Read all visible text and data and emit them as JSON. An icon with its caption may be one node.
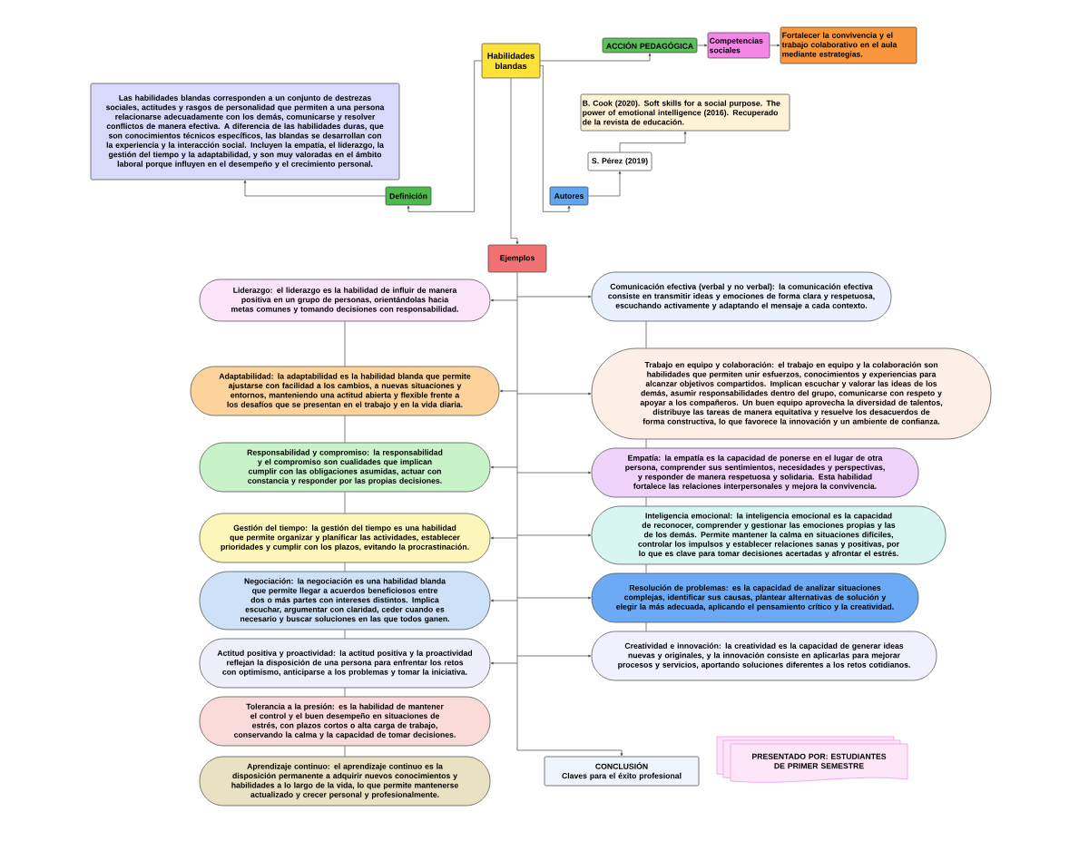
{
  "diagram": {
    "nodes": [
      {
        "text": [
          "Habilidades blandas"
        ]
      },
      {
        "text": [
          "ACCIÓN PEDAGÓGICA"
        ]
      },
      {
        "text": [
          "Competencias sociales"
        ]
      },
      {
        "text": [
          "Fortalecer la convivencia y el trabajo colaborativo en el aula mediante estrategias."
        ]
      },
      {
        "text": [
          "Las habilidades blandas corresponden a un conjunto de destrezas sociales, actitudes y rasgos de personalidad que permiten a una persona relacionarse adecuadamente con los demás, comunicarse y resolver conflictos de manera efectiva. A diferencia de las habilidades duras, que son conocimientos técnicos específicos, las blandas se desarrollan con la experiencia y la interacción social. Incluyen la empatía, el liderazgo, la gestión del tiempo y la adaptabilidad, y son muy valoradas en el ámbito laboral porque influyen en el desempeño y el crecimiento personal."
        ]
      },
      {
        "text": [
          "B. Cook (2020). Soft skills for a social purpose. The power of emotional intelligence (2016). Recuperado de la revista de educación."
        ]
      },
      {
        "text": [
          "S. Pérez (2019)"
        ]
      },
      {
        "text": [
          "Definición"
        ]
      },
      {
        "text": [
          "Autores"
        ]
      },
      {
        "text": [
          "Ejemplos"
        ]
      },
      {
        "text": [
          "Comunicación efectiva (verbal y no verbal): la comunicación efectiva consiste en transmitir ideas y emociones de forma clara y respetuosa, escuchando activamente y adaptando el mensaje a cada contexto."
        ]
      },
      {
        "text": [
          "Liderazgo: el liderazgo es la habilidad de influir de manera positiva en un grupo de personas, orientándolas hacia metas comunes y tomando decisiones con responsabilidad."
        ]
      },
      {
        "text": [
          "Trabajo en equipo y colaboración: el trabajo en equipo y la colaboración son habilidades que permiten unir esfuerzos, conocimientos y experiencias para alcanzar objetivos compartidos. Implican escuchar y valorar las ideas de los demás, asumir responsabilidades dentro del grupo, comunicarse con respeto y apoyar a los compañeros. Un buen equipo aprovecha la diversidad de talentos, distribuye las tareas de manera equitativa y resuelve los desacuerdos de forma constructiva, lo que favorece la innovación y un ambiente de confianza."
        ]
      },
      {
        "text": [
          "Adaptabilidad: la adaptabilidad es la habilidad blanda que permite ajustarse con facilidad a los cambios, a nuevas situaciones y entornos, manteniendo una actitud abierta y flexible frente a los desafíos que se presentan en el trabajo y en la vida diaria."
        ]
      },
      {
        "text": [
          "Empatía: la empatía es la capacidad de ponerse en el lugar de otra persona, comprender sus sentimientos, necesidades y perspectivas, y responder de manera respetuosa y solidaria. Esta habilidad fortalece las relaciones interpersonales y mejora la convivencia."
        ]
      },
      {
        "text": [
          "Responsabilidad y compromiso: la responsabilidad y el compromiso son cualidades que implican cumplir con las obligaciones asumidas, actuar con constancia y responder por las propias decisiones."
        ]
      },
      {
        "text": [
          "Inteligencia emocional: la inteligencia emocional es la capacidad de reconocer, comprender y gestionar las emociones propias y las de los demás. Permite mantener la calma en situaciones difíciles, controlar los impulsos y establecer relaciones sanas y positivas, por lo que es clave para tomar decisiones acertadas y afrontar el estrés."
        ]
      },
      {
        "text": [
          "Gestión del tiempo: la gestión del tiempo es una habilidad que permite organizar y planificar las actividades, establecer prioridades y cumplir con los plazos, evitando la procrastinación."
        ]
      },
      {
        "text": [
          "Resolución de problemas: es la capacidad de analizar situaciones complejas, identificar sus causas, plantear alternativas de solución y elegir la más adecuada, aplicando el pensamiento crítico y la creatividad."
        ]
      },
      {
        "text": [
          "Negociación: la negociación es una habilidad blanda que permite llegar a acuerdos beneficiosos entre dos o más partes con intereses distintos. Implica escuchar, argumentar con claridad, ceder cuando es necesario y buscar soluciones en las que todos ganen."
        ]
      },
      {
        "text": [
          "Creatividad e innovación: la creatividad es la capacidad de generar ideas nuevas y originales, y la innovación consiste en aplicarlas para mejorar procesos y servicios, aportando soluciones diferentes a los retos cotidianos."
        ]
      },
      {
        "text": [
          "Actitud positiva y proactividad: la actitud positiva y la proactividad reflejan la disposición de una persona para enfrentar los retos con optimismo, anticiparse a los problemas y tomar la iniciativa."
        ]
      },
      {
        "text": [
          "Tolerancia a la presión: es la habilidad de mantener el control y el buen desempeño en situaciones de estrés, con plazos cortos o alta carga de trabajo, conservando la calma y la capacidad de tomar decisiones."
        ]
      },
      {
        "text": [
          "PRESENTADO POR: ESTUDIANTES DE PRIMER SEMESTRE"
        ]
      },
      {
        "text": [
          "CONCLUSIÓN",
          "Claves para el éxito profesional"
        ]
      },
      {
        "text": [
          "Aprendizaje continuo: el aprendizaje continuo es la disposición permanente a adquirir nuevos conocimientos y habilidades a lo largo de la vida, lo que permite mantenerse actualizado y crecer personal y profesionalmente."
        ]
      }
    ],
    "edges": [
      {
        "from": 0,
        "to": 1,
        "arrow": "to"
      },
      {
        "from": 1,
        "to": 2,
        "arrow": "to"
      },
      {
        "from": 2,
        "to": 3,
        "arrow": "to"
      },
      {
        "from": 0,
        "to": 7,
        "arrow": "to"
      },
      {
        "from": 7,
        "to": 4,
        "arrow": "to"
      },
      {
        "from": 0,
        "to": 8,
        "arrow": "to"
      },
      {
        "from": 8,
        "to": 6,
        "arrow": "to"
      },
      {
        "from": 6,
        "to": 5,
        "arrow": "to"
      },
      {
        "from": 0,
        "to": 9,
        "arrow": "to"
      },
      {
        "from": 9,
        "to": 24,
        "arrow": "to"
      },
      {
        "from": 9,
        "to": 11,
        "arrow": "to"
      },
      {
        "from": 9,
        "to": 10,
        "arrow": "to"
      },
      {
        "from": 9,
        "to": 13,
        "arrow": "to"
      },
      {
        "from": 9,
        "to": 12,
        "arrow": "to"
      },
      {
        "from": 9,
        "to": 15,
        "arrow": "to"
      },
      {
        "from": 9,
        "to": 14,
        "arrow": "to"
      },
      {
        "from": 9,
        "to": 17,
        "arrow": "to"
      },
      {
        "from": 9,
        "to": 16,
        "arrow": "to"
      },
      {
        "from": 9,
        "to": 19,
        "arrow": "to"
      },
      {
        "from": 9,
        "to": 18,
        "arrow": "to"
      },
      {
        "from": 9,
        "to": 21,
        "arrow": "to"
      },
      {
        "from": 9,
        "to": 20,
        "arrow": "to"
      },
      {
        "from": 11,
        "to": 13,
        "arrow": "none"
      },
      {
        "from": 13,
        "to": 15,
        "arrow": "none"
      },
      {
        "from": 15,
        "to": 17,
        "arrow": "none"
      },
      {
        "from": 17,
        "to": 19,
        "arrow": "none"
      },
      {
        "from": 19,
        "to": 21,
        "arrow": "none"
      },
      {
        "from": 21,
        "to": 22,
        "arrow": "none"
      },
      {
        "from": 22,
        "to": 25,
        "arrow": "none"
      },
      {
        "from": 10,
        "to": 12,
        "arrow": "none"
      },
      {
        "from": 12,
        "to": 14,
        "arrow": "none"
      },
      {
        "from": 14,
        "to": 16,
        "arrow": "none"
      },
      {
        "from": 16,
        "to": 18,
        "arrow": "none"
      },
      {
        "from": 18,
        "to": 20,
        "arrow": "none"
      }
    ]
  }
}
